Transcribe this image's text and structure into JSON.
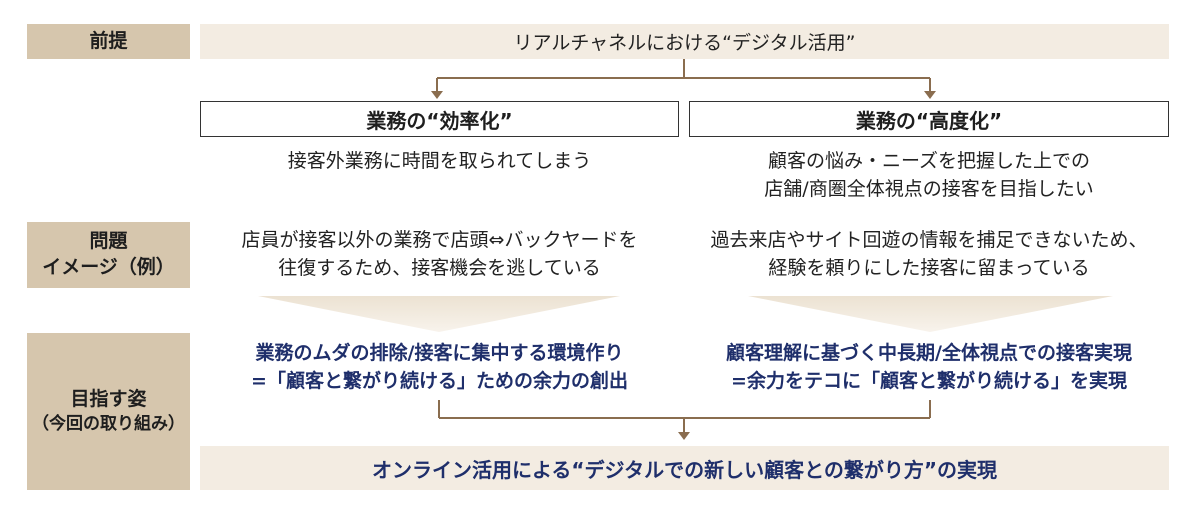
{
  "labels": {
    "premise": "前提",
    "problem_line1": "問題",
    "problem_line2": "イメージ（例）",
    "goal_line1": "目指す姿",
    "goal_line2": "（今回の取り組み）"
  },
  "premise": {
    "text": "リアルチャネルにおける“デジタル活用”"
  },
  "columns": {
    "left": {
      "heading": "業務の“効率化”",
      "summary_1": "接客外業務に時間を取られてしまう",
      "problem_1": "店員が接客以外の業務で店頭⇔バックヤードを",
      "problem_2": "往復するため、接客機会を逃している",
      "goal_1": "業務のムダの排除/接客に集中する環境作り",
      "goal_2": "=「顧客と繋がり続ける」ための余力の創出"
    },
    "right": {
      "heading": "業務の“高度化”",
      "summary_1": "顧客の悩み・ニーズを把握した上での",
      "summary_2": "店舗/商圏全体視点の接客を目指したい",
      "problem_1": "過去来店やサイト回遊の情報を捕足できないため、",
      "problem_2": "経験を頼りにした接客に留まっている",
      "goal_1": "顧客理解に基づく中長期/全体視点での接客実現",
      "goal_2": "=余力をテコに「顧客と繋がり続ける」を実現"
    }
  },
  "final_goal": {
    "text": "オンライン活用による“デジタルでの新しい顧客との繋がり方”の実現"
  },
  "colors": {
    "label_bg": "#d6c6ad",
    "bar_bg": "#f3ece2",
    "accent_blue": "#1f2f6b",
    "connector": "#8a6d4f"
  }
}
